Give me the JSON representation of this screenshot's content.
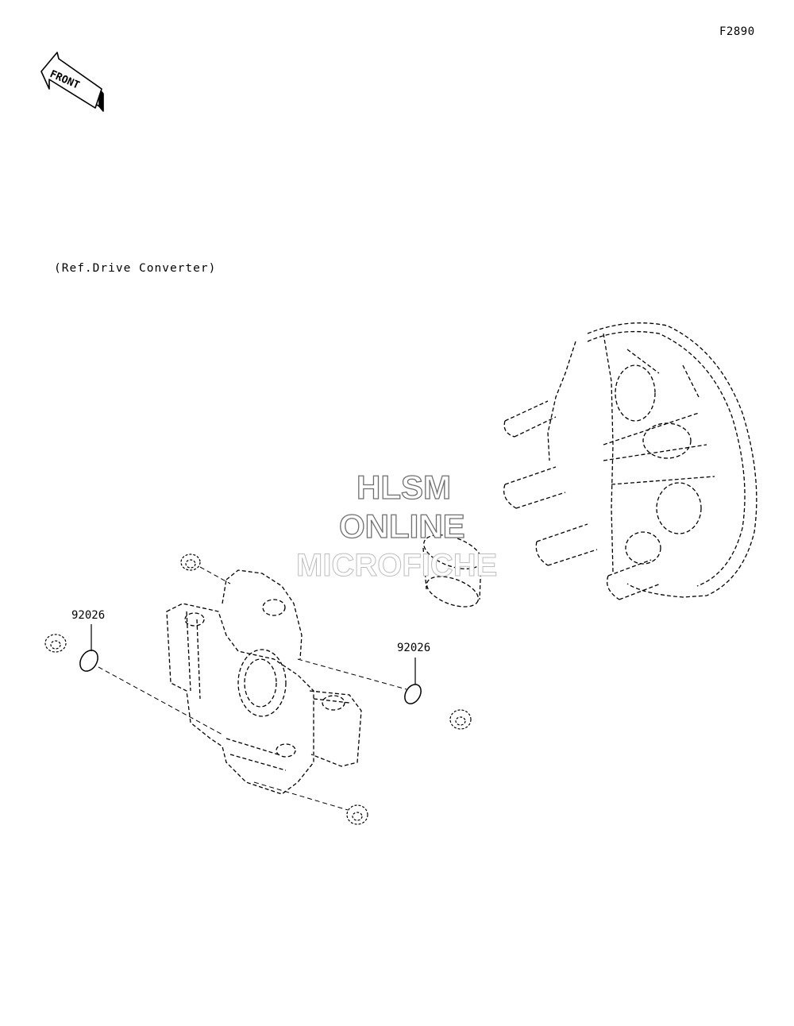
{
  "figure_code": "F2890",
  "reference_note": "(Ref.Drive Converter)",
  "callouts": [
    {
      "part_number": "92026"
    },
    {
      "part_number": "92026"
    }
  ],
  "front_arrow_label": "FRONT",
  "watermark": {
    "line1": "HLSM",
    "line2": "ONLINE",
    "line3": "MICROFICHE"
  },
  "colors": {
    "ink": "#000000",
    "watermark_outline": "#6f6f6f",
    "watermark_faint": "#bdbdbd",
    "background": "#ffffff"
  }
}
